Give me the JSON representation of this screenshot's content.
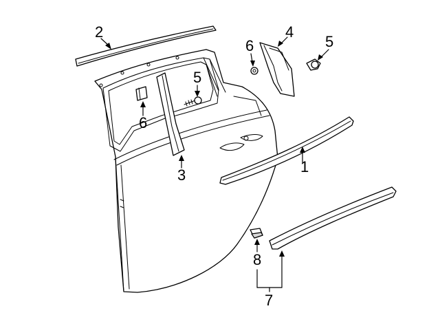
{
  "callouts": {
    "c1": "1",
    "c2": "2",
    "c3": "3",
    "c4": "4",
    "c5a": "5",
    "c5b": "5",
    "c6a": "6",
    "c6b": "6",
    "c7": "7",
    "c8": "8"
  },
  "colors": {
    "line": "#000000",
    "background": "#ffffff",
    "shade": "#d8d8d8"
  }
}
